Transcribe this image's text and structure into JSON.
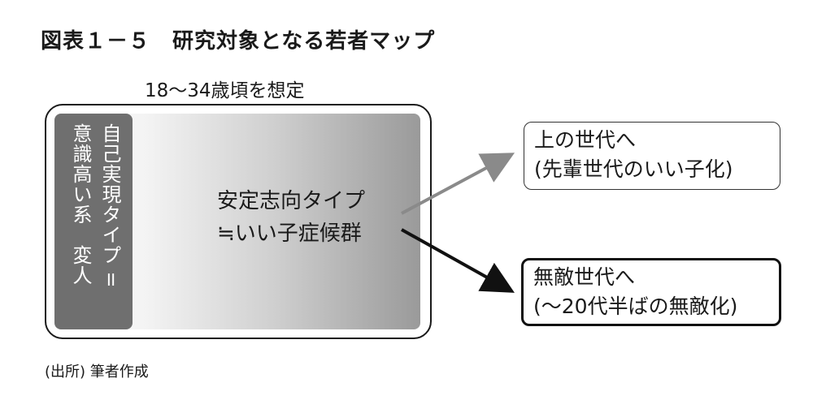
{
  "title": "図表１－５　研究対象となる若者マップ",
  "age_range": "18〜34歳頃を想定",
  "left_band": {
    "col_a": "自己実現タイプ॥",
    "col_b": "意識高い系　変人"
  },
  "center": {
    "line1": "安定志向タイプ",
    "line2": "≒いい子症候群"
  },
  "upper_target": {
    "line1": "上の世代へ",
    "line2": "(先輩世代のいい子化)"
  },
  "lower_target": {
    "line1": "無敵世代へ",
    "line2": "(〜20代半ばの無敵化)"
  },
  "source": "(出所) 筆者作成",
  "colors": {
    "band": "#6f6f6f",
    "upper_arrow": "#8a8a8a",
    "lower_arrow": "#111111"
  }
}
